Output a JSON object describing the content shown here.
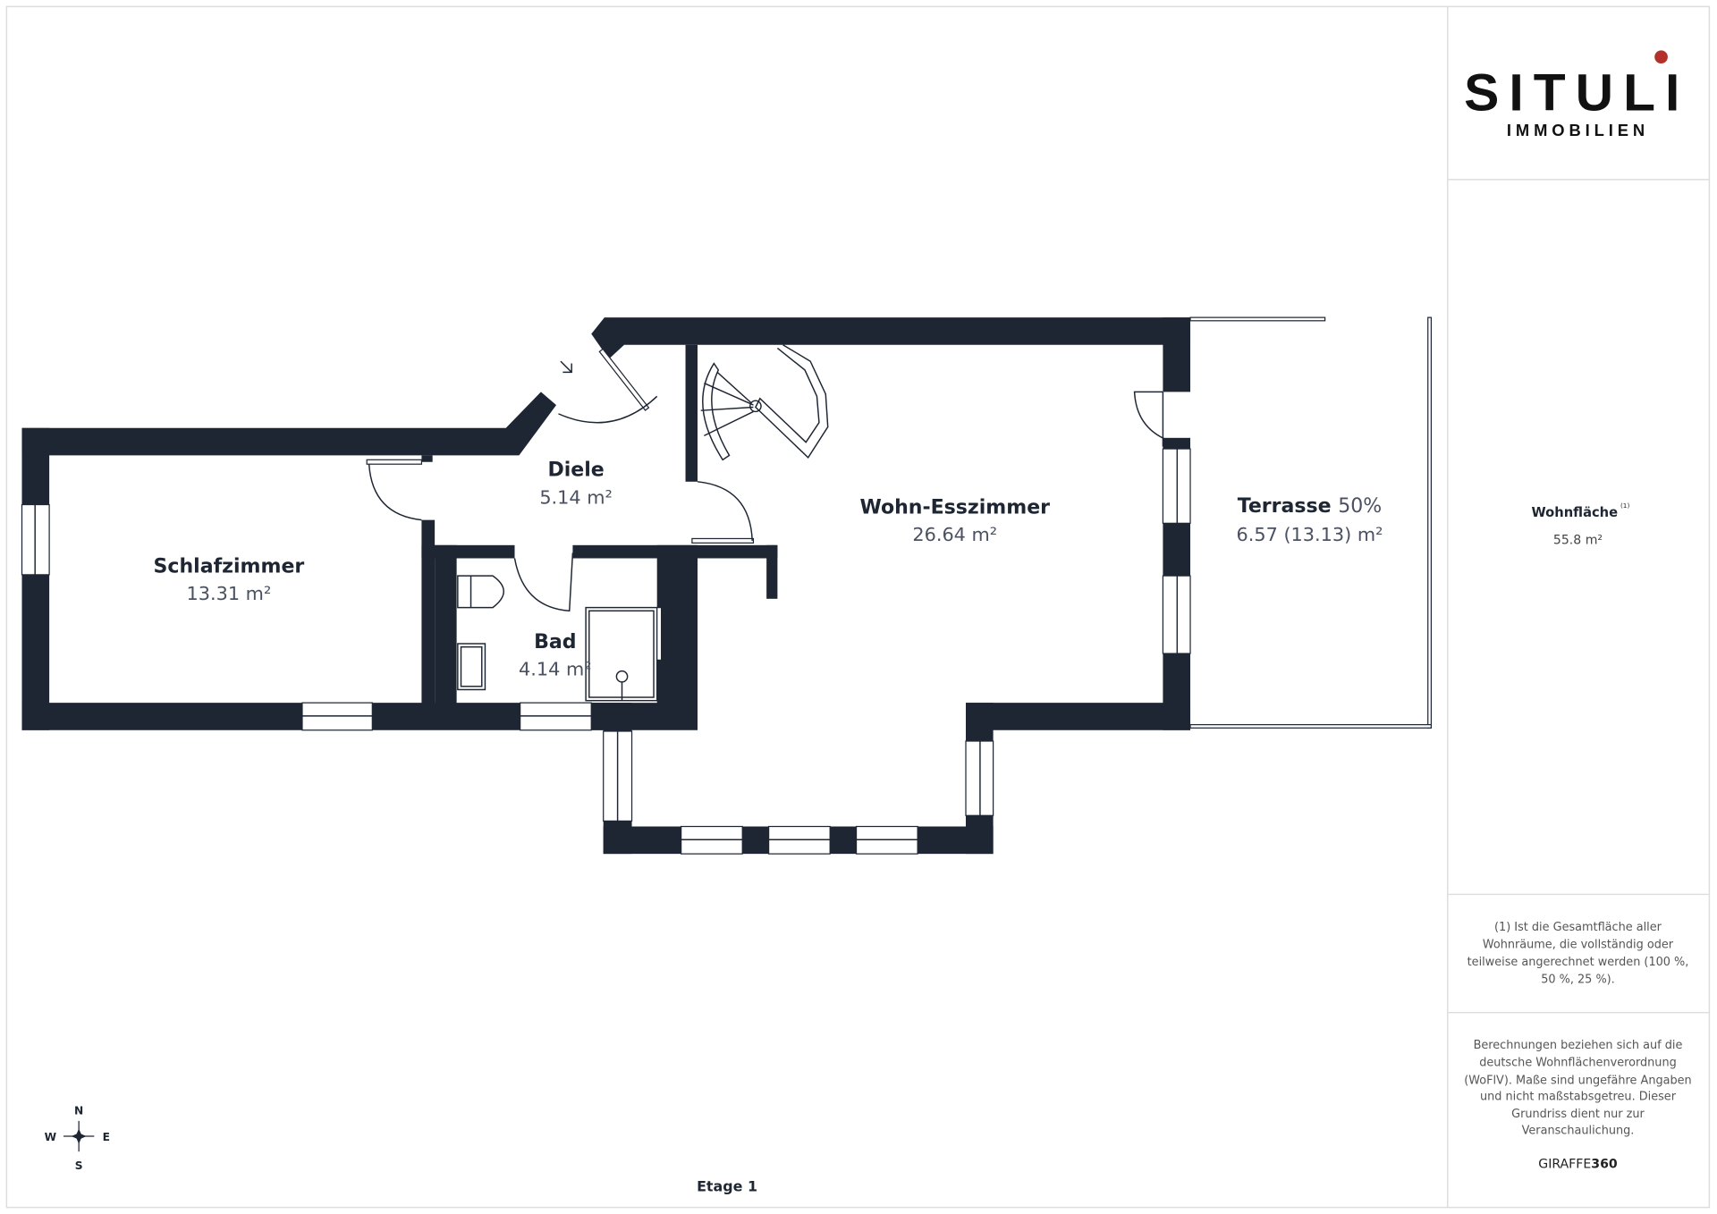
{
  "logo": {
    "name": "SITULI",
    "sub": "IMMOBILIEN",
    "dot_color": "#b3312a"
  },
  "rooms": {
    "schlafzimmer": {
      "name": "Schlafzimmer",
      "area": "13.31 m²"
    },
    "diele": {
      "name": "Diele",
      "area": "5.14 m²"
    },
    "bad": {
      "name": "Bad",
      "area": "4.14 m²"
    },
    "wohn": {
      "name": "Wohn-Esszimmer",
      "area": "26.64 m²"
    },
    "terrasse": {
      "name": "Terrasse",
      "pct": "50%",
      "area": "6.57 (13.13) m²"
    }
  },
  "floor_label": "Etage 1",
  "compass": {
    "n": "N",
    "s": "S",
    "e": "E",
    "w": "W"
  },
  "sidebar": {
    "wohnflaeche_label": "Wohnfläche",
    "wohnflaeche_sup": "(1)",
    "wohnflaeche_value": "55.8 m²",
    "note1": [
      "(1) Ist die Gesamtfläche aller",
      "Wohnräume, die vollständig oder",
      "teilweise angerechnet werden (100 %,",
      "50 %, 25 %)."
    ],
    "note2": [
      "Berechnungen beziehen sich auf die",
      "deutsche Wohnflächenverordnung",
      "(WoFlV). Maße sind ungefähre Angaben",
      "und nicht maßstabsgetreu. Dieser",
      "Grundriss dient nur zur",
      "Veranschaulichung."
    ],
    "brand_a": "GIRAFFE",
    "brand_b": "360"
  },
  "colors": {
    "wall": "#1e2633",
    "border": "#dddddd"
  }
}
